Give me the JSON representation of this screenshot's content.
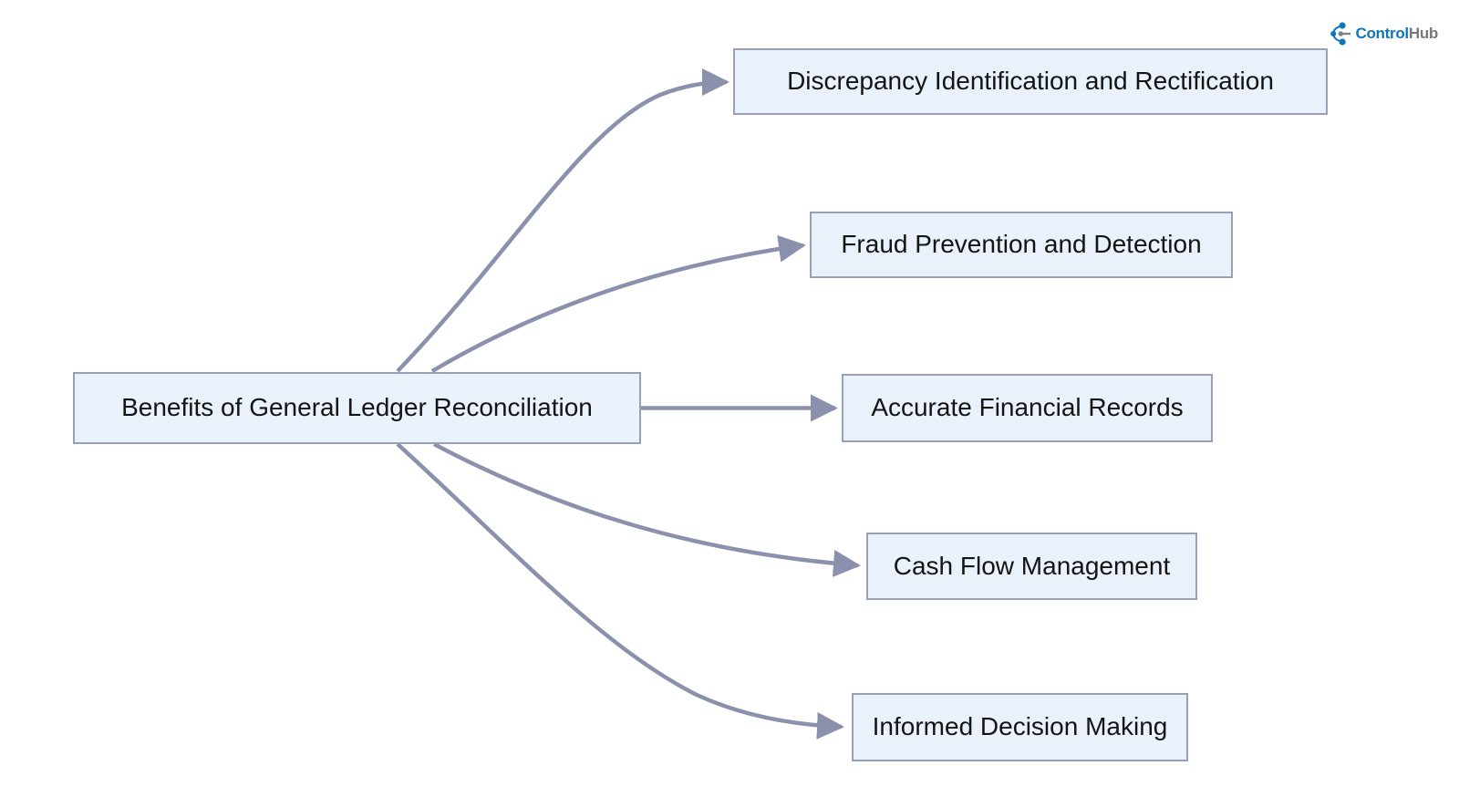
{
  "brand": {
    "icon": "hub-network-icon",
    "name_primary": "Control",
    "name_secondary": "Hub"
  },
  "theme": {
    "background": "#ffffff",
    "node_fill": "#e9f2fb",
    "node_border": "#99a0ba",
    "node_text": "#141414",
    "edge_color": "#8b91ad",
    "brand_blue": "#0e76bc",
    "brand_gray": "#77787b"
  },
  "diagram": {
    "type": "flowchart",
    "direction": "left-to-right",
    "root": {
      "label": "Benefits of General Ledger Reconciliation"
    },
    "children": [
      {
        "label": "Discrepancy Identification and Rectification"
      },
      {
        "label": "Fraud Prevention and Detection"
      },
      {
        "label": "Accurate Financial Records"
      },
      {
        "label": "Cash Flow Management"
      },
      {
        "label": "Informed Decision Making"
      }
    ],
    "edges": [
      {
        "from": "Benefits of General Ledger Reconciliation",
        "to": "Discrepancy Identification and Rectification"
      },
      {
        "from": "Benefits of General Ledger Reconciliation",
        "to": "Fraud Prevention and Detection"
      },
      {
        "from": "Benefits of General Ledger Reconciliation",
        "to": "Accurate Financial Records"
      },
      {
        "from": "Benefits of General Ledger Reconciliation",
        "to": "Cash Flow Management"
      },
      {
        "from": "Benefits of General Ledger Reconciliation",
        "to": "Informed Decision Making"
      }
    ]
  }
}
